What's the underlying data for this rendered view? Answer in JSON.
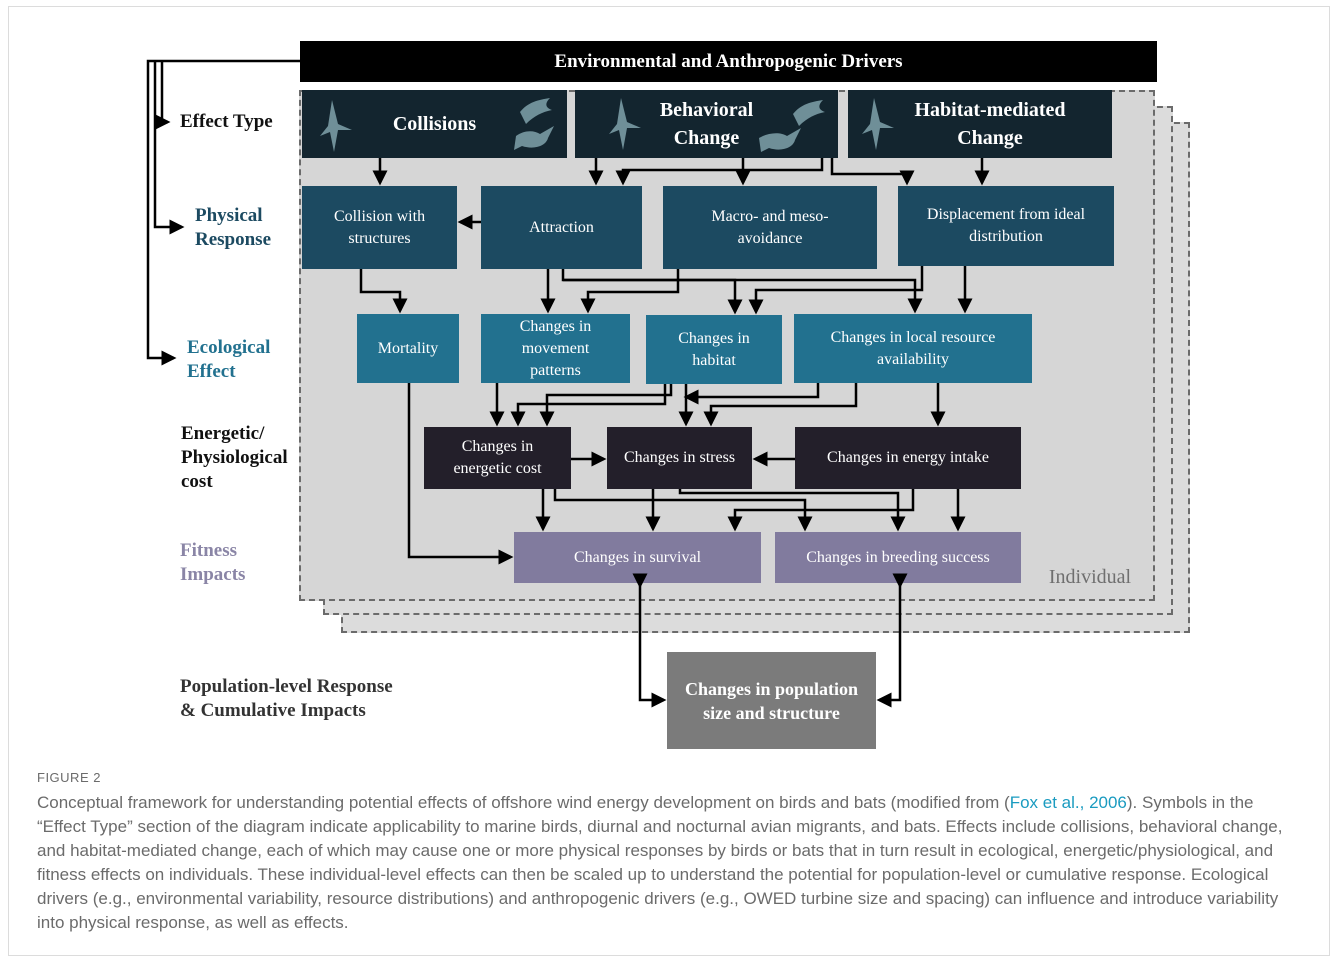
{
  "header": {
    "drivers": "Environmental and Anthropogenic Drivers"
  },
  "row_labels": {
    "effect_type": "Effect Type",
    "physical_response": [
      "Physical",
      "Response"
    ],
    "ecological_effect": [
      "Ecological",
      "Effect"
    ],
    "energetic_cost": [
      "Energetic/",
      "Physiological",
      "cost"
    ],
    "fitness_impacts": [
      "Fitness",
      "Impacts"
    ],
    "population": [
      "Population-level Response",
      "& Cumulative Impacts"
    ]
  },
  "boxes": {
    "collisions": "Collisions",
    "behavioral_change": [
      "Behavioral",
      "Change"
    ],
    "habitat_change": [
      "Habitat-mediated",
      "Change"
    ],
    "collision_structures": [
      "Collision with",
      "structures"
    ],
    "attraction": "Attraction",
    "avoidance": [
      "Macro- and meso-",
      "avoidance"
    ],
    "displacement": [
      "Displacement from ideal",
      "distribution"
    ],
    "mortality": "Mortality",
    "movement": [
      "Changes in",
      "movement",
      "patterns"
    ],
    "habitat": [
      "Changes in",
      "habitat"
    ],
    "resource": [
      "Changes in local resource",
      "availability"
    ],
    "energetic_cost": [
      "Changes in",
      "energetic cost"
    ],
    "stress": "Changes in stress",
    "energy_intake": "Changes in energy intake",
    "survival": "Changes in survival",
    "breeding": "Changes in breeding success",
    "population": [
      "Changes in population",
      "size and structure"
    ]
  },
  "individual_label": "Individual",
  "icons": {
    "collisions": [
      "bird-icon",
      "bat-icon",
      "bird-icon"
    ],
    "behavioral_change": [
      "bird-icon",
      "bat-icon",
      "bird-icon"
    ],
    "habitat_change": [
      "bird-icon"
    ]
  },
  "colors": {
    "drivers": "#000000",
    "effect": "#13252f",
    "physical": "#1c4a61",
    "ecological": "#22718f",
    "energetic": "#231f2a",
    "fitness": "#817b9e",
    "population": "#7b7b7b",
    "icon": "#6f8f98",
    "caption_link": "#1a9bc0"
  },
  "caption": {
    "label": "FIGURE 2",
    "text_before_link": "Conceptual framework for understanding potential effects of offshore wind energy development on birds and bats (modified from (",
    "link": "Fox et al., 2006",
    "text_after_link": "). Symbols in the “Effect Type” section of the diagram indicate applicability to marine birds, diurnal and nocturnal avian migrants, and bats. Effects include collisions, behavioral change, and habitat-mediated change, each of which may cause one or more physical responses by birds or bats that in turn result in ecological, energetic/physiological, and fitness effects on individuals. These individual-level effects can then be scaled up to understand the potential for population-level or cumulative response. Ecological drivers (e.g., environmental variability, resource distributions) and anthropogenic drivers (e.g., OWED turbine size and spacing) can influence and introduce variability into physical response, as well as effects."
  }
}
